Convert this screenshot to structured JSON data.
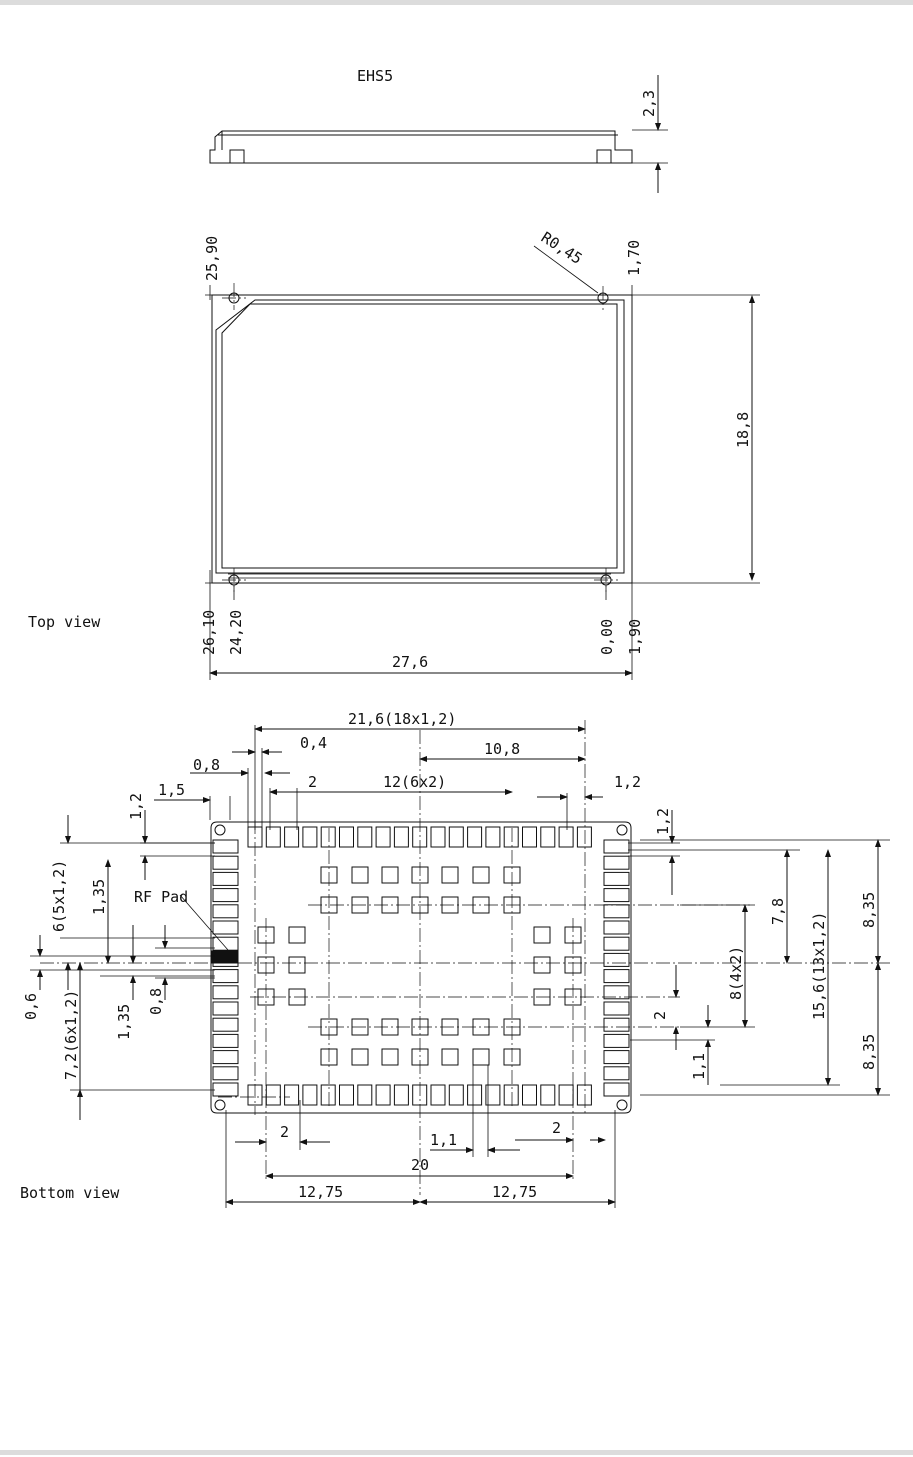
{
  "title": "EHS5",
  "views": {
    "top": "Top view",
    "bottom": "Bottom view"
  },
  "labels": {
    "rf_pad": "RF Pad",
    "radius": "R0,45"
  },
  "side_view": {
    "height": "2,3"
  },
  "top_view_dims": {
    "height": "18,8",
    "width": "27,6",
    "coord_top_left": "25,90",
    "coord_top_right": "1,70",
    "coord_bottom_left_outer": "26,10",
    "coord_bottom_left_inner": "24,20",
    "coord_bottom_right_inner": "0,00",
    "coord_bottom_right_outer": "1,90"
  },
  "bottom_view_dims": {
    "top_row": "21,6(18x1,2)",
    "d_0_4": "0,4",
    "d_10_8": "10,8",
    "d_0_8": "0,8",
    "d_2_top": "2",
    "d_12_6x2": "12(6x2)",
    "d_1_2_right": "1,2",
    "d_1_5": "1,5",
    "d_1_2_left": "1,2",
    "d_1_2_rv": "1,2",
    "d_6_5x1_2": "6(5x1,2)",
    "d_1_35_upper": "1,35",
    "d_0_6": "0,6",
    "d_1_35_lower": "1,35",
    "d_0_8_v": "0,8",
    "d_7_2": "7,2(6x1,2)",
    "d_7_8": "7,8",
    "d_8_4x2": "8(4x2)",
    "d_15_6": "15,6(13x1,2)",
    "d_8_35_upper": "8,35",
    "d_8_35_lower": "8,35",
    "d_2_right_v": "2",
    "d_1_1_v": "1,1",
    "d_2_bottom_left": "2",
    "d_1_1_bottom": "1,1",
    "d_2_bottom_right": "2",
    "d_20": "20",
    "d_12_75_left": "12,75",
    "d_12_75_right": "12,75"
  }
}
